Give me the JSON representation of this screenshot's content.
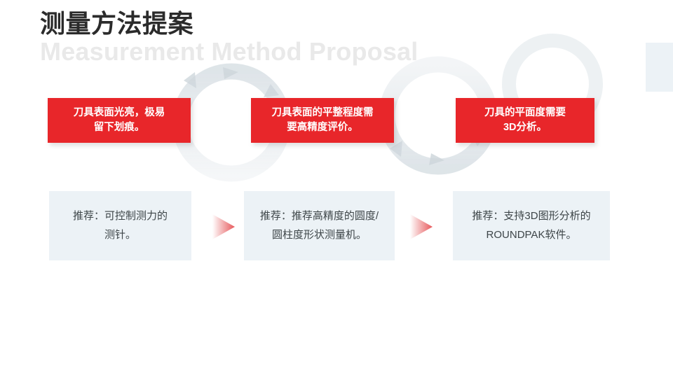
{
  "slide": {
    "title_cn": "测量方法提案",
    "title_en": "Measurement Method Proposal",
    "colors": {
      "accent_red": "#e8262a",
      "card_blue": "#ecf2f6",
      "title_dark": "#2b2b2b",
      "title_ghost": "#e9e9e9",
      "watermark_gray": "#dfe5e9"
    }
  },
  "problems": [
    {
      "text": "刀具表面光亮，极易\n留下划痕。"
    },
    {
      "text": "刀具表面的平整程度需\n要高精度评价。"
    },
    {
      "text": "刀具的平面度需要\n3D分析。"
    }
  ],
  "recommendations": [
    {
      "text": "推荐：可控制测力的\n测针。"
    },
    {
      "text": "推荐：推荐高精度的圆度/\n圆柱度形状测量机。"
    },
    {
      "text": "推荐：支持3D图形分析的\nROUNDPAK软件。"
    }
  ],
  "arrows": [
    {
      "name": "flow-arrow-1",
      "direction": "right"
    },
    {
      "name": "flow-arrow-2",
      "direction": "right"
    }
  ],
  "decorations": {
    "edge_accent_label": "right-edge-accent-block",
    "watermark_label": "circular-process-arrows-watermark"
  }
}
